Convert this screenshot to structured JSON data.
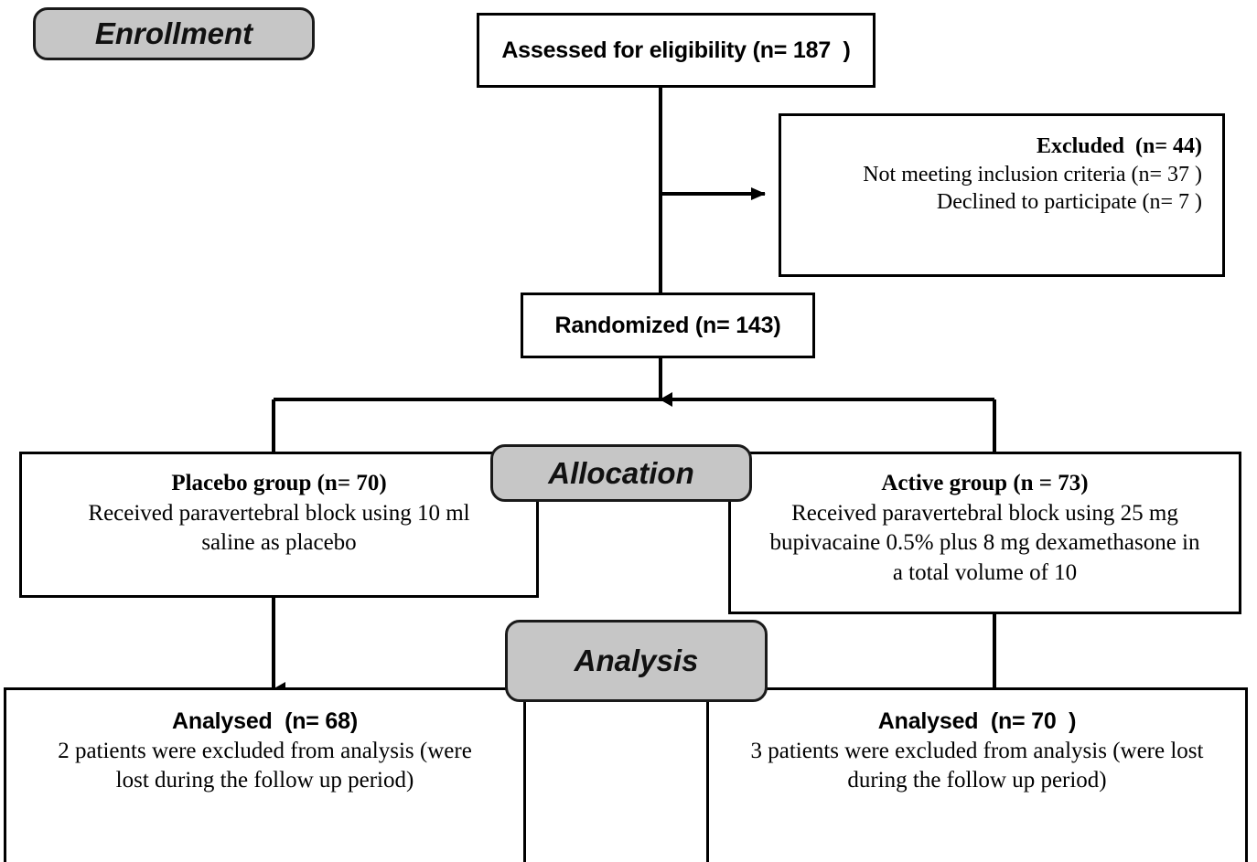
{
  "diagram": {
    "title": "CONSORT participant flow diagram",
    "stage_labels": {
      "enrollment": "Enrollment",
      "allocation": "Allocation",
      "analysis": "Analysis"
    },
    "colors": {
      "pill_fill": "#c6c6c6",
      "pill_border": "#1a1a1a",
      "box_border": "#000000",
      "box_fill": "#ffffff",
      "text": "#000000"
    },
    "nodes": {
      "assessed": {
        "heading": "Assessed for eligibility (n= 187  )"
      },
      "excluded": {
        "heading": "Excluded  (n= 44)",
        "line1": "Not meeting inclusion criteria (n= 37 )",
        "line2": "Declined to participate (n= 7 )"
      },
      "randomized": {
        "heading": "Randomized (n= 143)"
      },
      "placebo": {
        "heading": "Placebo group (n= 70)",
        "line1": "Received paravertebral block using 10 ml",
        "line2": "saline as placebo"
      },
      "active": {
        "heading": "Active group (n = 73)",
        "line1": "Received paravertebral block using 25 mg",
        "line2": "bupivacaine 0.5% plus 8 mg dexamethasone in",
        "line3": "a total volume of 10"
      },
      "analysed_placebo": {
        "heading": "Analysed  (n= 68)",
        "line1": "2 patients were excluded from analysis (were",
        "line2": "lost during the follow up period)"
      },
      "analysed_active": {
        "heading": "Analysed  (n= 70  )",
        "line1": "3 patients were excluded from analysis (were lost",
        "line2": "during the follow up period)"
      }
    },
    "chart_data": {
      "type": "diagram",
      "flow": [
        {
          "id": "assessed",
          "label": "Assessed for eligibility",
          "n": 187
        },
        {
          "id": "excluded",
          "label": "Excluded",
          "n": 44
        },
        {
          "id": "not_meeting",
          "label": "Not meeting inclusion criteria",
          "n": 37
        },
        {
          "id": "declined",
          "label": "Declined to participate",
          "n": 7
        },
        {
          "id": "randomized",
          "label": "Randomized",
          "n": 143
        },
        {
          "id": "placebo",
          "label": "Placebo group",
          "n": 70
        },
        {
          "id": "active",
          "label": "Active group",
          "n": 73
        },
        {
          "id": "analysed_placebo",
          "label": "Analysed (placebo)",
          "n": 68,
          "excluded_from_analysis": 2
        },
        {
          "id": "analysed_active",
          "label": "Analysed (active)",
          "n": 70,
          "excluded_from_analysis": 3
        }
      ],
      "edges": [
        {
          "from": "assessed",
          "to": "excluded"
        },
        {
          "from": "assessed",
          "to": "randomized"
        },
        {
          "from": "randomized",
          "to": "placebo"
        },
        {
          "from": "randomized",
          "to": "active"
        },
        {
          "from": "placebo",
          "to": "analysed_placebo"
        },
        {
          "from": "active",
          "to": "analysed_active"
        }
      ]
    }
  }
}
